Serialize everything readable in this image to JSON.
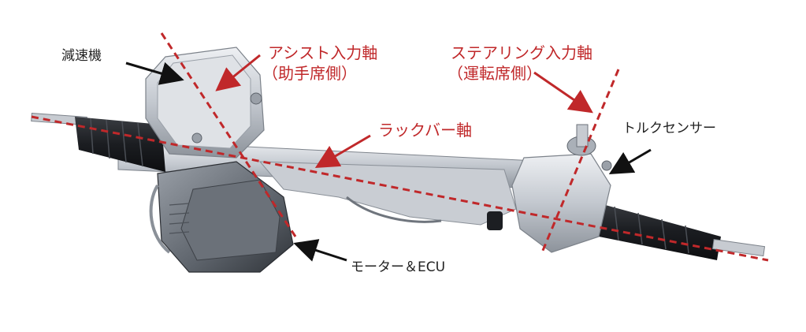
{
  "labels": {
    "reduction_gear": "減速機",
    "assist_axis_line1": "アシスト入力軸",
    "assist_axis_line2": "（助手席側）",
    "steering_axis_line1": "ステアリング入力軸",
    "steering_axis_line2": "（運転席側）",
    "rack_bar_axis": "ラックバー軸",
    "torque_sensor": "トルクセンサー",
    "motor_ecu": "モーター＆ECU"
  },
  "colors": {
    "axis_red": "#c0282a",
    "leader_black": "#111111",
    "metal_light": "#d9dde3",
    "metal_mid": "#aeb4bc",
    "metal_dark": "#5e646c",
    "boot_black": "#1e2024"
  }
}
